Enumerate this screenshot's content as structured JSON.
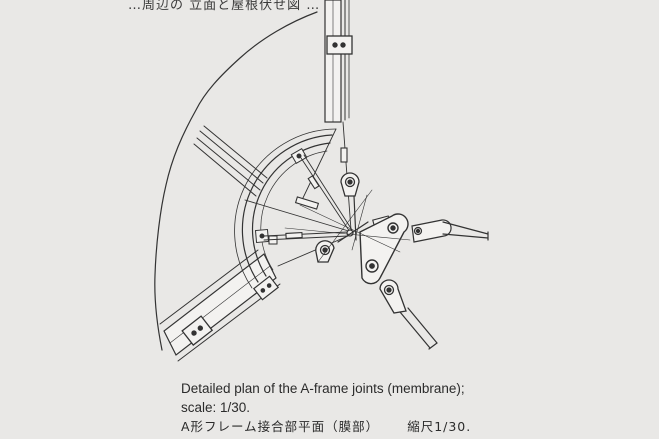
{
  "header": {
    "text": "…周辺の 立面と屋根伏せ図 …"
  },
  "caption": {
    "line1": "Detailed plan of the A-frame joints (membrane);",
    "line2": "scale: 1/30.",
    "line3_main": "A形フレーム接合部平面（膜部）",
    "line3_scale": "縮尺1/30."
  },
  "colors": {
    "paper": "#e9e8e6",
    "ink": "#333333",
    "fill": "#f3f2f0"
  },
  "icons": [
    "joint-plate-icon",
    "pin-icon",
    "turnbuckle-icon"
  ]
}
